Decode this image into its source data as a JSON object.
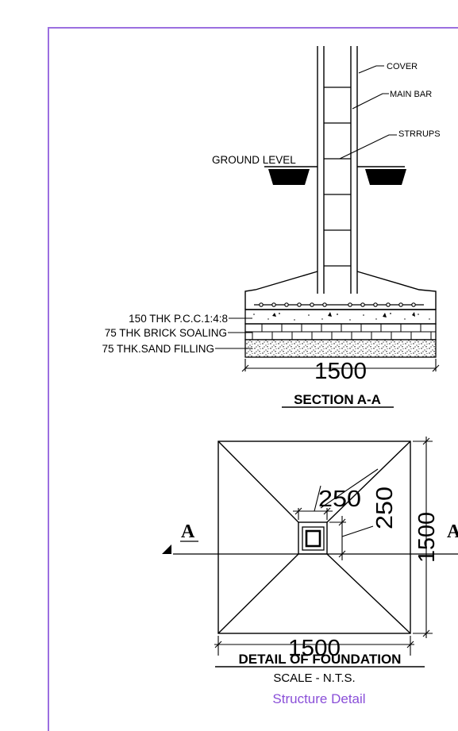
{
  "section": {
    "labels": {
      "cover": "COVER",
      "main_bar": "MAIN BAR",
      "stirrups": "STRRUPS",
      "ground_level": "GROUND LEVEL",
      "pcc": "150 THK P.C.C.1:4:8",
      "brick": "75 THK BRICK SOALING",
      "sand": "75 THK.SAND FILLING"
    },
    "width_dim": "1500",
    "title": "SECTION A-A"
  },
  "plan": {
    "col_w_dim": "250",
    "col_h_dim": "250",
    "side_dim": "1500",
    "bottom_dim": "1500",
    "section_marker_left": "A",
    "section_marker_right": "A",
    "title": "DETAIL OF FOUNDATION",
    "scale": "SCALE - N.T.S."
  },
  "sheet": {
    "caption": "Structure  Detail",
    "frame_color": "#9b6fe0",
    "caption_color": "#8a4fd8"
  }
}
